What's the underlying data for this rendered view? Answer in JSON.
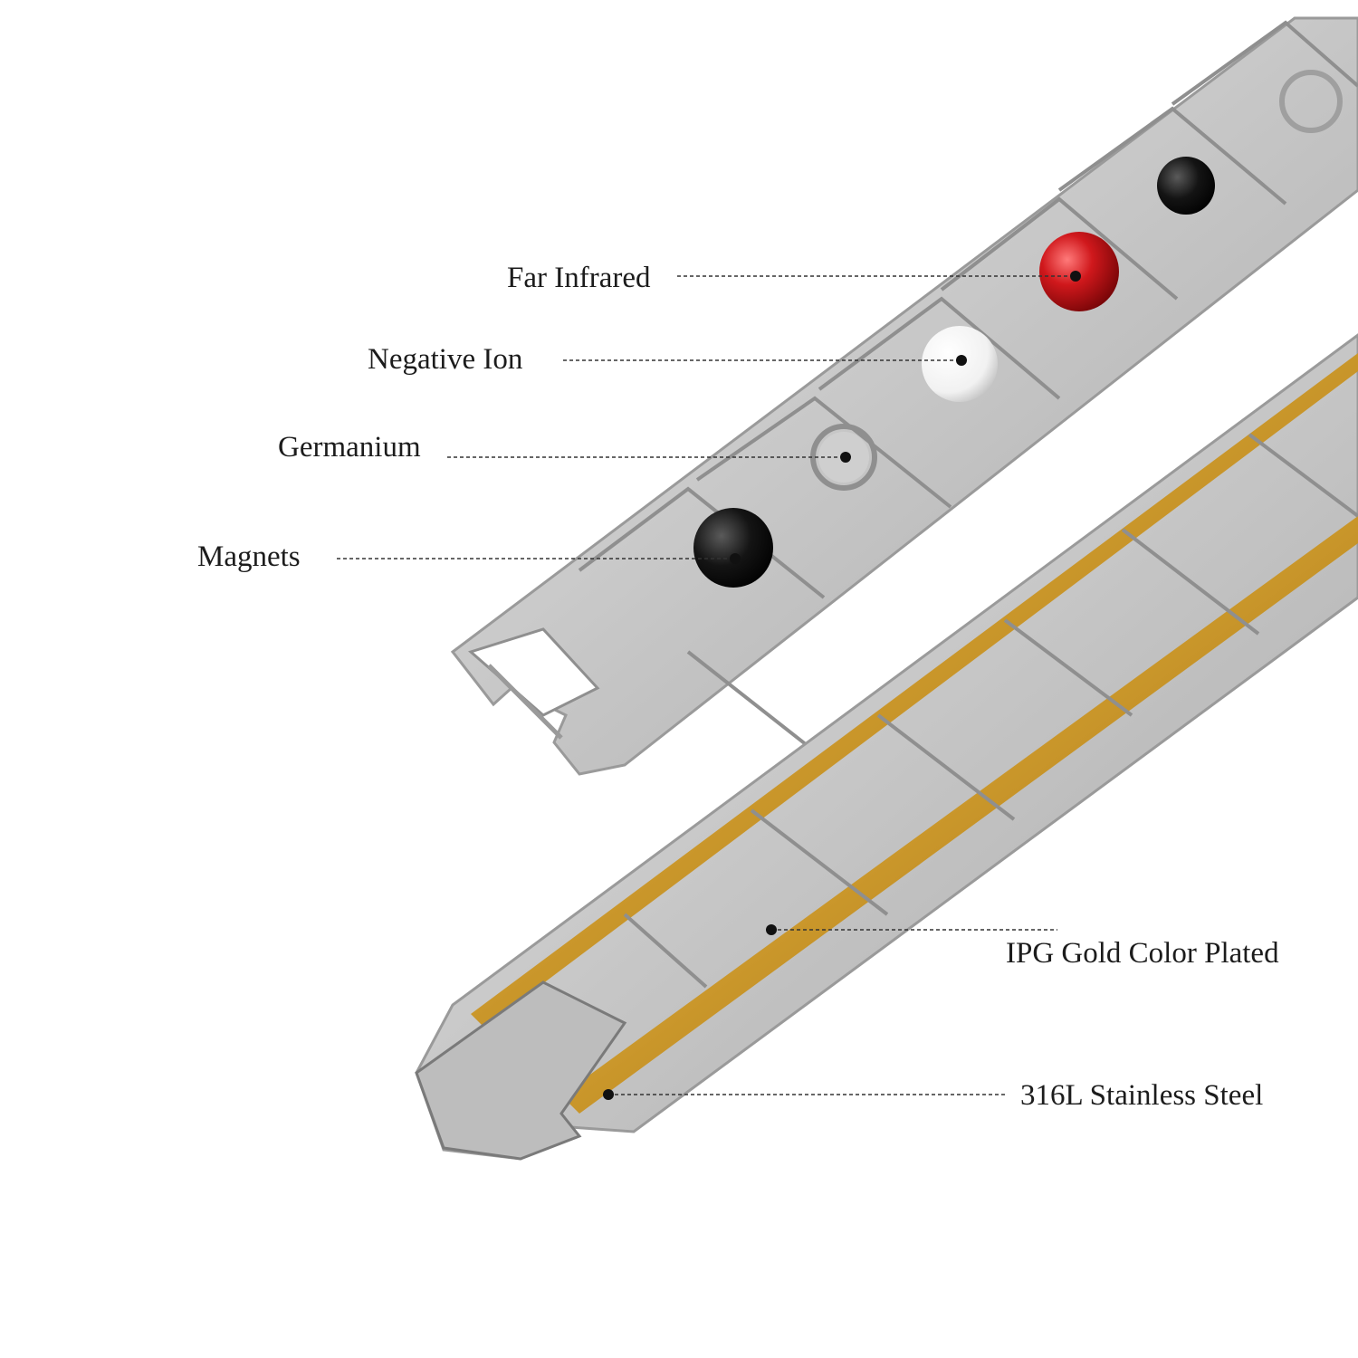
{
  "labels": {
    "far_infrared": "Far Infrared",
    "negative_ion": "Negative Ion",
    "germanium": "Germanium",
    "magnets": "Magnets",
    "gold_plated": "IPG Gold Color Plated",
    "stainless_steel": "316L Stainless Steel"
  },
  "colors": {
    "steel": "#c9c9c9",
    "steel_light": "#e2e2e2",
    "steel_dark": "#8f8f8f",
    "gold": "#d4a93a",
    "stone_red": "#d0181c",
    "stone_white": "#f7f7f7",
    "stone_black": "#141414",
    "leader_line": "#333333"
  }
}
